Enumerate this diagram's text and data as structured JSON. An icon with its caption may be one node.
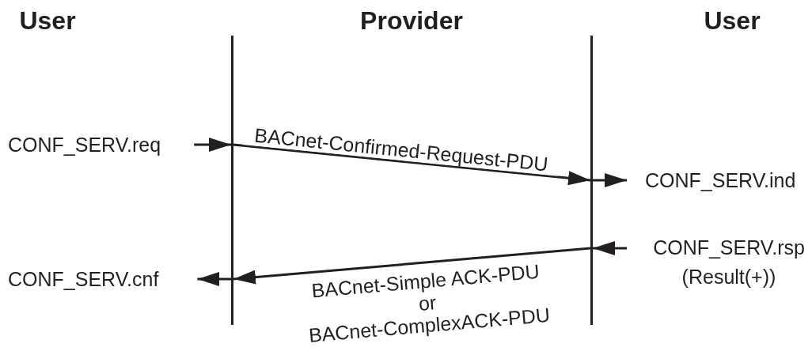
{
  "diagram": {
    "nodes": [
      {
        "text": [],
        "shape": "bar"
      },
      {
        "text": [],
        "shape": "bar"
      },
      {
        "text": [
          "CONF_SERV.req"
        ]
      },
      {
        "text": [
          "CONF_SERV.ind"
        ]
      },
      {
        "text": [
          "CONF_SERV.rsp (Result(+))"
        ]
      },
      {
        "text": [
          "CONF_SERV.cnf"
        ]
      }
    ],
    "edges": [
      {
        "from": 2,
        "to": 0,
        "arrow": "to"
      },
      {
        "from": 0,
        "to": 1,
        "arrow": "to",
        "label": "BACnet-Confirmed-Request-PDU"
      },
      {
        "from": 1,
        "to": 3,
        "arrow": "to"
      },
      {
        "from": 4,
        "to": 1,
        "arrow": "to"
      },
      {
        "from": 1,
        "to": 0,
        "arrow": "to",
        "label": "BACnet-Simple ACK-PDU or BACnet-ComplexACK-PDU"
      },
      {
        "from": 0,
        "to": 5,
        "arrow": "to"
      }
    ],
    "labels": [
      "User",
      "Provider",
      "User"
    ]
  }
}
